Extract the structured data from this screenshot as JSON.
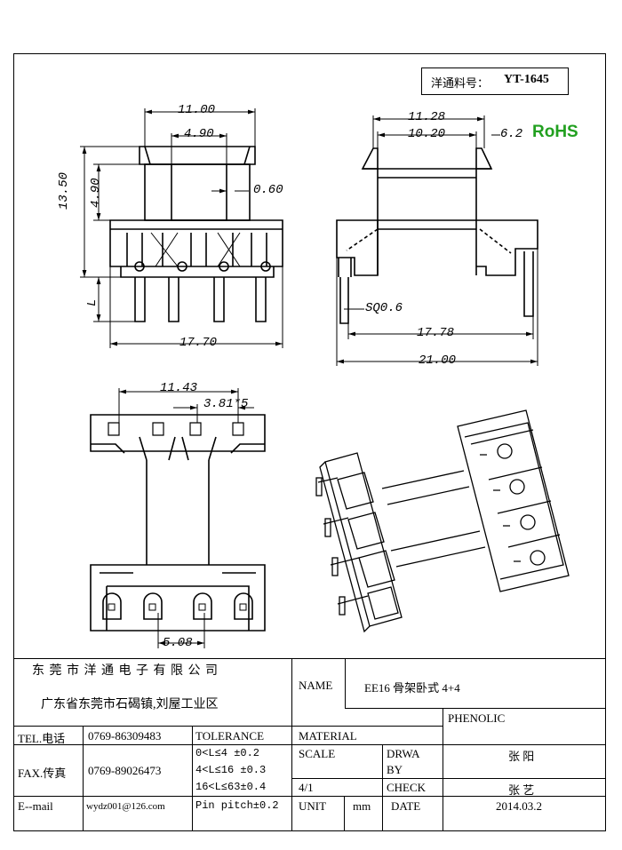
{
  "part_number": {
    "label": "洋通料号：",
    "value": "YT-1645"
  },
  "rohs": {
    "text": "RoHS",
    "color": "#22a020"
  },
  "dimensions": {
    "front_width": "11.00",
    "front_inner": "4.90",
    "front_height": "13.50",
    "front_left_inner": "4.90",
    "front_thickness": "0.60",
    "front_pin_length": "L",
    "front_base": "17.70",
    "side_top": "11.28",
    "side_inner": "10.20",
    "side_flange": "6.2",
    "side_pin": "SQ0.6",
    "side_pin_span": "17.78",
    "side_total": "21.00",
    "top_span": "11.43",
    "top_pitch": "3.81*5",
    "bottom_pitch": "5.08"
  },
  "title_block": {
    "company": "东 莞 市 洋 通 电 子 有 限 公 司",
    "address": "广东省东莞市石碣镇,刘屋工业区",
    "name_label": "NAME",
    "name_value": "EE16 骨架卧式 4+4",
    "material_value": "PHENOLIC",
    "tel_label": "TEL.电话",
    "tel_value": "0769-86309483",
    "tolerance_label": "TOLERANCE",
    "material_label": "MATERIAL",
    "fax_label": "FAX.传真",
    "fax_value": "0769-89026473",
    "tol_1": "0<L≤4  ±0.2",
    "tol_2": "4<L≤16  ±0.3",
    "tol_3": "16<L≤63±0.4",
    "tol_4": "Pin pitch±0.2",
    "scale_label": "SCALE",
    "scale_value": "4/1",
    "drawn_label_1": "DRWA",
    "drawn_label_2": "BY",
    "drawn_value": "张 阳",
    "check_label": "CHECK",
    "check_value": "张 艺",
    "email_label": "E--mail",
    "email_value": "wydz001@126.com",
    "unit_label": "UNIT",
    "unit_value": "mm",
    "date_label": "DATE",
    "date_value": "2014.03.2"
  }
}
